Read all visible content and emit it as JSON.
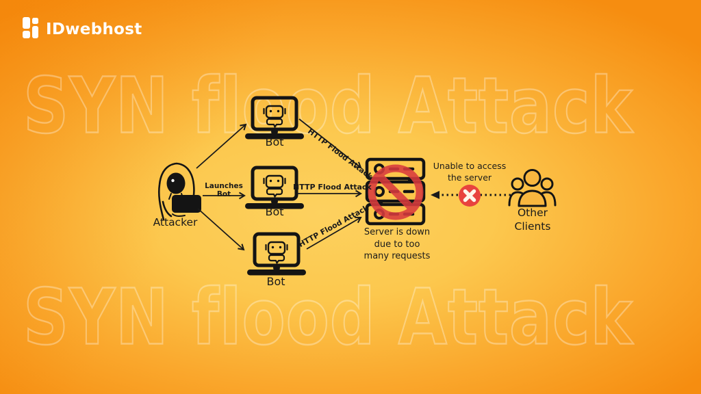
{
  "brand": {
    "name": "IDwebhost"
  },
  "watermark": {
    "text": "SYN flood Attack"
  },
  "diagram": {
    "attacker_label": "Attacker",
    "launch_label": "Launches Bot",
    "bot_labels": [
      "Bot",
      "Bot",
      "Bot"
    ],
    "attack_labels": [
      "HTTP Flood Attack",
      "HTTP Flood Attack",
      "HTTP Flood Attack"
    ],
    "server_status_lines": [
      "Server is down",
      "due to too",
      "many requests"
    ],
    "client_note_lines": [
      "Unable to access",
      "the server"
    ],
    "clients_label_lines": [
      "Other",
      "Clients"
    ]
  },
  "icons": {
    "brand_logo": "idwebhost-squares-icon",
    "attacker": "hooded-hacker-laptop-icon",
    "bot": "robot-laptop-icon",
    "server": "server-rack-icon",
    "blocked": "no-entry-icon",
    "denied": "x-badge-icon",
    "clients": "people-group-icon"
  },
  "colors": {
    "background_center": "#fdd15f",
    "background_edge": "#f68d10",
    "ink": "#1a1a1a",
    "ban_red": "#d93b3e",
    "badge_red": "#e8433e",
    "brand_white": "#ffffff",
    "watermark_stroke": "rgba(255,255,255,0.32)"
  }
}
